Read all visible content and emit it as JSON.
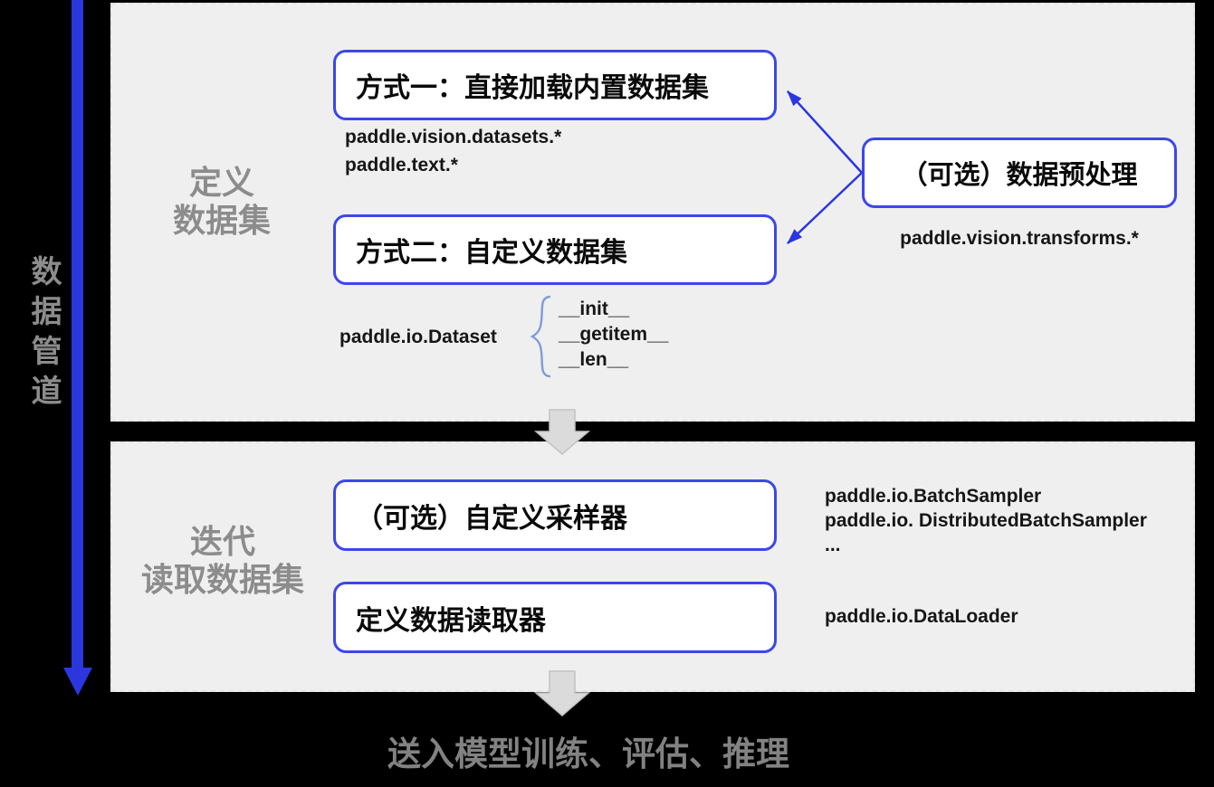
{
  "colors": {
    "background": "#000000",
    "panel": "#efefef",
    "arrow_blue": "#2b36df",
    "box_border_blue": "#3c47e8",
    "brace_blue": "#7e9cd9",
    "side_label_gray": "#8c8c8c",
    "flow_arrow_gray": "#dbdbdb",
    "caption_gray": "#828282"
  },
  "pipeline": {
    "vertical_label": "数据管道"
  },
  "define_section": {
    "label_line1": "定义",
    "label_line2": "数据集",
    "method1_box": "方式一：直接加载内置数据集",
    "method1_api1": "paddle.vision.datasets.*",
    "method1_api2": "paddle.text.*",
    "method2_box": "方式二：自定义数据集",
    "method2_api": "paddle.io.Dataset",
    "method2_overrides": [
      "__init__",
      "__getitem__",
      "__len__"
    ],
    "preprocess_box": "（可选）数据预处理",
    "preprocess_api": "paddle.vision.transforms.*"
  },
  "read_section": {
    "label_line1": "迭代",
    "label_line2": "读取数据集",
    "sampler_box": "（可选）自定义采样器",
    "sampler_api1": "paddle.io.BatchSampler",
    "sampler_api2": "paddle.io. DistributedBatchSampler",
    "sampler_api3": "...",
    "dataloader_box": "定义数据读取器",
    "dataloader_api": "paddle.io.DataLoader"
  },
  "footer": {
    "caption": "送入模型训练、评估、推理"
  }
}
